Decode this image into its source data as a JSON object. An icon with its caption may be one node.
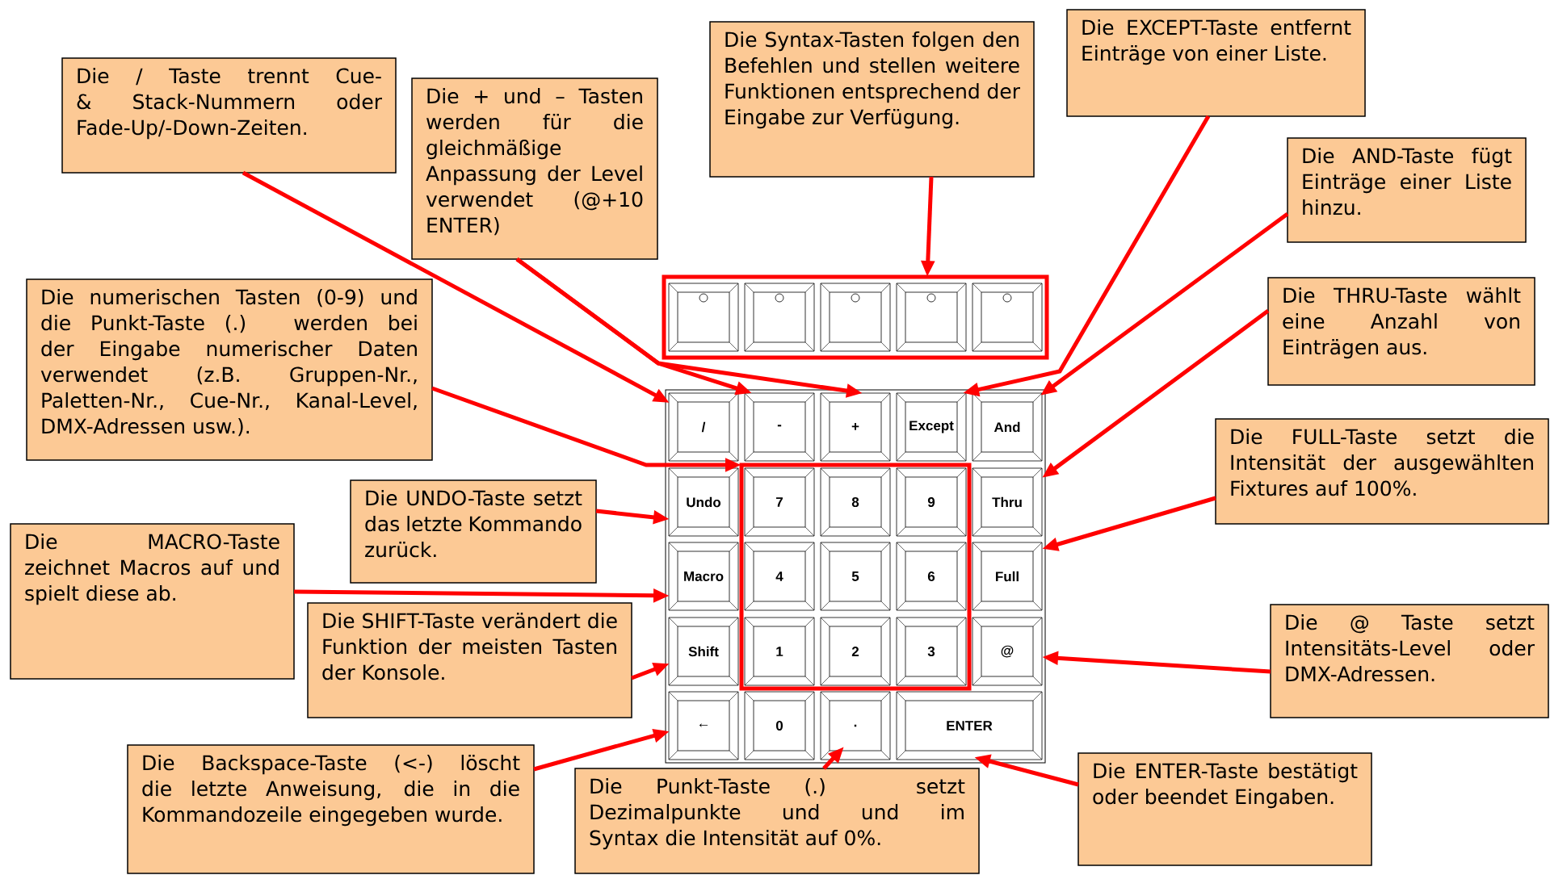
{
  "diagram": {
    "nodes": [
      {
        "text": [
          "Die / Taste trennt Cue-& Stack-Nummern oder Fade-Up/-Down-Zeiten."
        ]
      },
      {
        "text": [
          "Die + und – Tasten werden für die gleichmäßige Anpassung der Level verwendet (@+10 ENTER)"
        ]
      },
      {
        "text": [
          "Die Syntax-Tasten folgen den Befehlen und stellen weitere Funktionen entsprechend der Eingabe zur Verfügung."
        ]
      },
      {
        "text": [
          "Die EXCEPT-Taste entfernt Einträge von einer Liste."
        ]
      },
      {
        "text": [
          "Die AND-Taste fügt Einträge einer Liste hinzu."
        ]
      },
      {
        "text": [
          "Die numerischen Tasten (0-9) und die Punkt-Taste (.) werden bei der Eingabe numerischer Daten verwendet (z.B. Gruppen-Nr., Paletten-Nr., Cue-Nr., Kanal-Level, DMX-Adressen usw.)."
        ]
      },
      {
        "text": [
          "Die THRU-Taste wählt eine Anzahl von Einträgen aus."
        ]
      },
      {
        "text": [
          "Die FULL-Taste setzt die Intensität der ausgewählten Fixtures auf 100%."
        ]
      },
      {
        "text": [
          "Die UNDO-Taste setzt das letzte Kommando zurück."
        ]
      },
      {
        "text": [
          "Die MACRO-Taste zeichnet Macros auf und spielt diese ab."
        ]
      },
      {
        "text": [
          "Die SHIFT-Taste verändert die Funktion der meisten Tasten der Konsole."
        ]
      },
      {
        "text": [
          "Die @ Taste setzt Intensitäts-Level oder DMX-Adressen."
        ]
      },
      {
        "text": [
          "Die Backspace-Taste (<-) löscht die letzte Anweisung, die in die Kommandozeile eingegeben wurde."
        ]
      },
      {
        "text": [
          "Die Punkt-Taste (.) setzt Dezimalpunkte und und im Syntax die Intensität auf 0%."
        ]
      },
      {
        "text": [
          "Die ENTER-Taste bestätigt oder beendet Eingaben."
        ]
      },
      {
        "text": [],
        "shape": "box"
      },
      {
        "text": [],
        "shape": "box",
        "in": 15
      },
      {
        "text": [],
        "shape": "box",
        "in": 15
      },
      {
        "text": [],
        "shape": "box",
        "in": 15
      },
      {
        "text": [],
        "shape": "box",
        "in": 15
      },
      {
        "text": [],
        "shape": "box",
        "in": 15
      },
      {
        "text": [
          "/"
        ]
      },
      {
        "text": [
          "-"
        ]
      },
      {
        "text": [
          "+"
        ]
      },
      {
        "text": [
          "Except"
        ]
      },
      {
        "text": [
          "And"
        ]
      },
      {
        "text": [
          "Undo"
        ]
      },
      {
        "text": [],
        "shape": "box"
      },
      {
        "text": [
          "7"
        ],
        "in": 27
      },
      {
        "text": [
          "8"
        ],
        "in": 27
      },
      {
        "text": [
          "9"
        ],
        "in": 27
      },
      {
        "text": [
          "Thru"
        ]
      },
      {
        "text": [
          "Macro"
        ]
      },
      {
        "text": [
          "4"
        ],
        "in": 27
      },
      {
        "text": [
          "5"
        ],
        "in": 27
      },
      {
        "text": [
          "6"
        ],
        "in": 27
      },
      {
        "text": [
          "Full"
        ]
      },
      {
        "text": [
          "Shift"
        ]
      },
      {
        "text": [
          "1"
        ],
        "in": 27
      },
      {
        "text": [
          "2"
        ],
        "in": 27
      },
      {
        "text": [
          "3"
        ],
        "in": 27
      },
      {
        "text": [
          "@"
        ]
      },
      {
        "text": [
          "←"
        ]
      },
      {
        "text": [
          "0"
        ]
      },
      {
        "text": [
          "."
        ]
      },
      {
        "text": [
          "ENTER"
        ]
      }
    ],
    "edges": [
      {
        "from": 0,
        "to": 21,
        "arrow": "to"
      },
      {
        "from": 1,
        "to": 22,
        "arrow": "to"
      },
      {
        "from": 1,
        "to": 23,
        "arrow": "to"
      },
      {
        "from": 2,
        "to": 15,
        "arrow": "to"
      },
      {
        "from": 3,
        "to": 24,
        "arrow": "to"
      },
      {
        "from": 4,
        "to": 25,
        "arrow": "to"
      },
      {
        "from": 5,
        "to": 27,
        "arrow": "to"
      },
      {
        "from": 6,
        "to": 31,
        "arrow": "to"
      },
      {
        "from": 7,
        "to": 36,
        "arrow": "to"
      },
      {
        "from": 8,
        "to": 26,
        "arrow": "to"
      },
      {
        "from": 9,
        "to": 32,
        "arrow": "to"
      },
      {
        "from": 10,
        "to": 37,
        "arrow": "to"
      },
      {
        "from": 11,
        "to": 41,
        "arrow": "to"
      },
      {
        "from": 12,
        "to": 42,
        "arrow": "to"
      },
      {
        "from": 13,
        "to": 44,
        "arrow": "to"
      },
      {
        "from": 14,
        "to": 45,
        "arrow": "to"
      }
    ]
  }
}
